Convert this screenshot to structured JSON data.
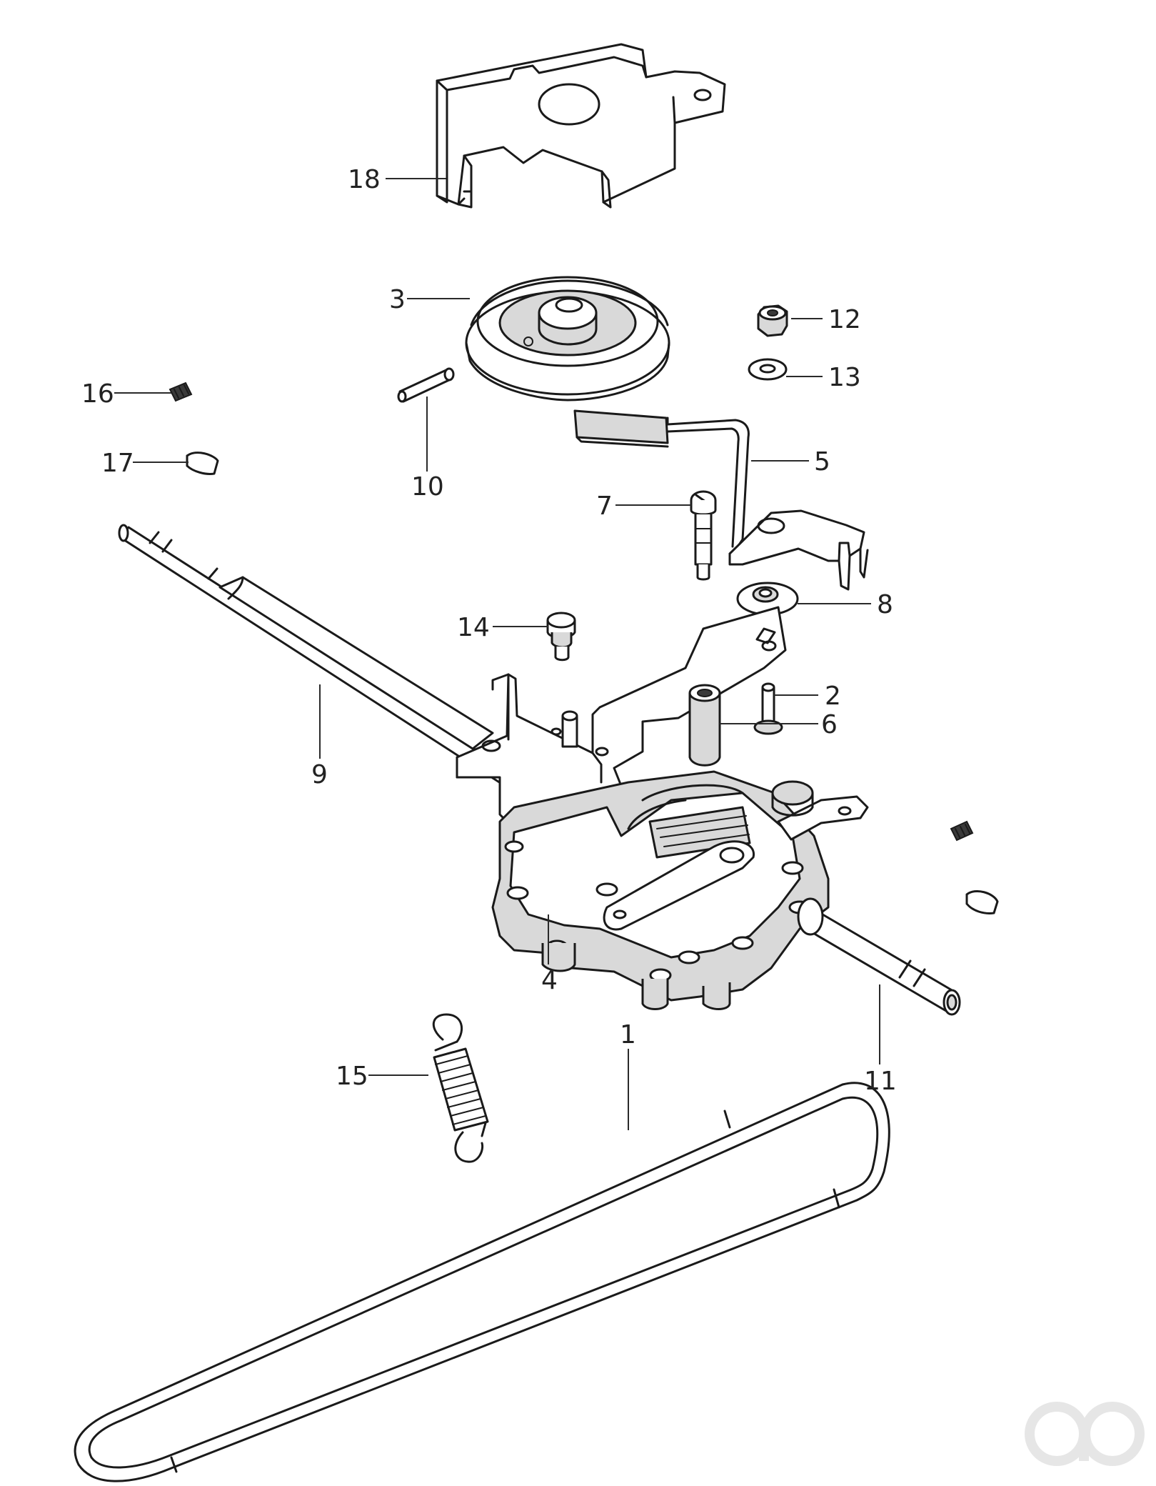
{
  "callouts": {
    "c1": "1",
    "c2": "2",
    "c3": "3",
    "c4": "4",
    "c5": "5",
    "c6": "6",
    "c7": "7",
    "c8": "8",
    "c9": "9",
    "c10": "10",
    "c11": "11",
    "c12": "12",
    "c13": "13",
    "c14": "14",
    "c15": "15",
    "c16": "16",
    "c17": "17",
    "c18": "18"
  },
  "parts": {
    "p18": "bracket-cover-icon",
    "p3": "pulley-icon",
    "p12": "lock-nut-icon",
    "p13": "washer-icon",
    "p5": "control-lever-icon",
    "p10": "pin-icon",
    "p16": "set-screw-icon",
    "p17": "woodruff-key-icon",
    "p7": "bolt-icon",
    "p8": "flat-washer-icon",
    "p14": "flange-bolt-icon",
    "p2": "shoulder-pin-icon",
    "p6": "gearbox-bushing-icon",
    "p9": "axle-shaft-left-icon",
    "p4": "transmission-gearbox-icon",
    "p11": "axle-shaft-right-icon",
    "p15": "extension-spring-icon",
    "p1": "drive-belt-icon"
  },
  "colors": {
    "line": "#1a1a1a",
    "label": "#222222",
    "watermark": "#e6e6e6"
  }
}
